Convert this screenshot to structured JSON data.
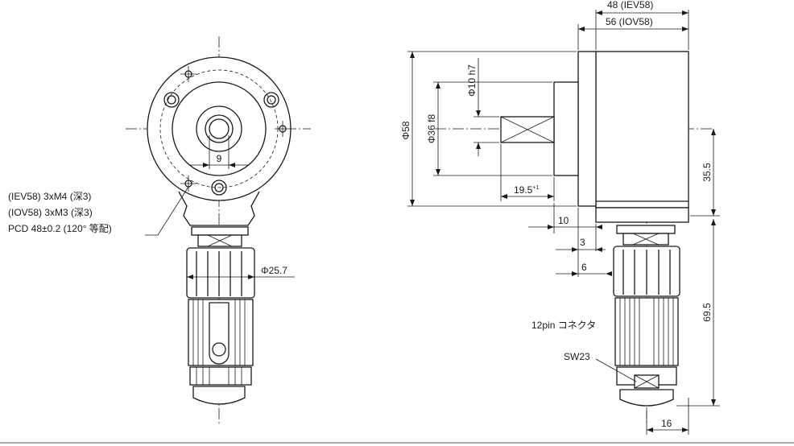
{
  "front_view": {
    "mount_hole_note": {
      "line1": "(IEV58) 3xM4 (深3)",
      "line2": "(IOV58) 3xM3 (深3)",
      "line3": "PCD 48±0.2 (120° 等配)"
    },
    "dim_shaft_flat": "9",
    "dim_connector_dia": "Φ25.7"
  },
  "side_view": {
    "dim_length_iev": "48 (IEV58)",
    "dim_length_iov": "56 (IOV58)",
    "dim_body_dia": "Φ58",
    "dim_spigot_dia": "Φ36 f8",
    "dim_shaft_dia": "Φ10 h7",
    "dim_shaft_length": "19.5",
    "dim_shaft_length_tol": "+1",
    "dim_flange_10": "10",
    "dim_flange_3": "3",
    "dim_flange_6": "6",
    "dim_height_355": "35.5",
    "dim_height_695": "69.5",
    "dim_width_16": "16",
    "connector_label": "12pin コネクタ",
    "wrench_label": "SW23"
  }
}
